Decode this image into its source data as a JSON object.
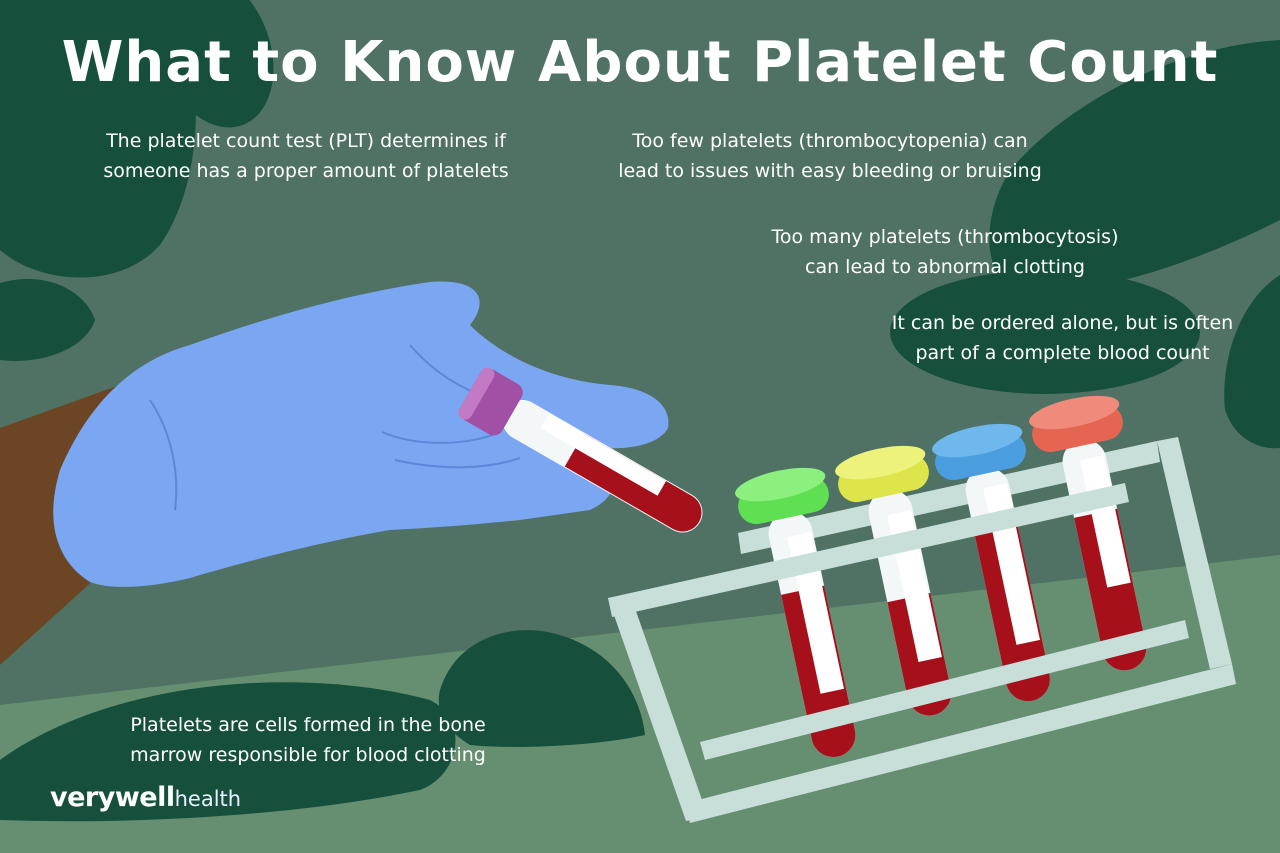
{
  "title": "What to Know About Platelet Count",
  "facts": [
    {
      "line1": "The platelet count test (PLT) determines if",
      "line2": "someone has a proper amount of platelets"
    },
    {
      "line1": "Too few platelets (thrombocytopenia) can",
      "line2": "lead to issues with easy bleeding or bruising"
    },
    {
      "line1": "Too many platelets (thrombocytosis)",
      "line2": "can lead to abnormal clotting"
    },
    {
      "line1": "It can be ordered alone, but is often",
      "line2": "part of a complete blood count"
    },
    {
      "line1": "Platelets are cells formed in the bone",
      "line2": "marrow responsible for blood clotting"
    }
  ],
  "brand": {
    "part1": "verywell",
    "part2": "health"
  },
  "colors": {
    "background": "#4f7264",
    "leaf_dark": "#16503d",
    "ground": "#668f72",
    "glove": "#7ba6f2",
    "blood": "#a5101a",
    "rack": "#c8dfd9",
    "cap_held": "#a24fa6",
    "cap_1": "#5fe052",
    "cap_2": "#dde54a",
    "cap_3": "#4a9ee0",
    "cap_4": "#e66552"
  }
}
